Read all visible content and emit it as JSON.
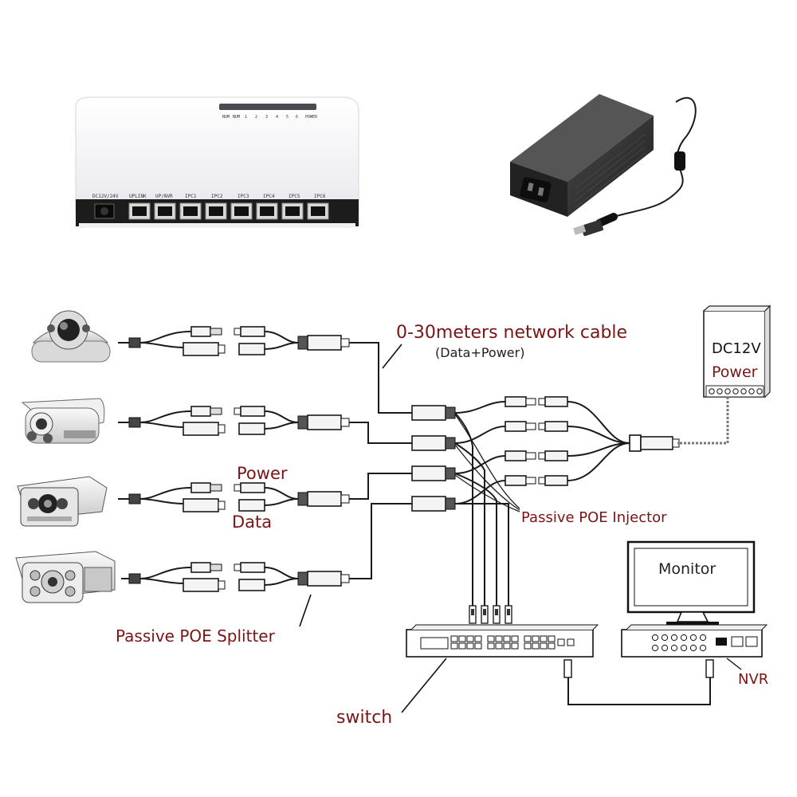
{
  "switch_photo": {
    "port_labels": [
      "DC12V/24V",
      "UPLINK",
      "UP/NVR",
      "IPC1",
      "IPC2",
      "IPC3",
      "IPC4",
      "IPC5",
      "IPC6"
    ],
    "led_labels": [
      "NUM",
      "NUM",
      "1",
      "2",
      "3",
      "4",
      "5",
      "6",
      "POWER"
    ]
  },
  "labels": {
    "cable_title": "0-30meters network cable",
    "cable_sub": "(Data+Power)",
    "dc_top": "DC12V",
    "dc_bottom": "Power",
    "power": "Power",
    "data": "Data",
    "injector": "Passive POE Injector",
    "splitter": "Passive POE Splitter",
    "monitor": "Monitor",
    "nvr": "NVR",
    "switch": "switch"
  },
  "colors": {
    "label_text": "#7a1515",
    "line": "#1a1a1a",
    "adapter_body": "#2a2a2a"
  },
  "icons": [
    "dome-camera-icon",
    "bullet-camera-icon",
    "box-camera-icon",
    "housing-camera-icon",
    "power-adapter-icon",
    "monitor-icon"
  ]
}
